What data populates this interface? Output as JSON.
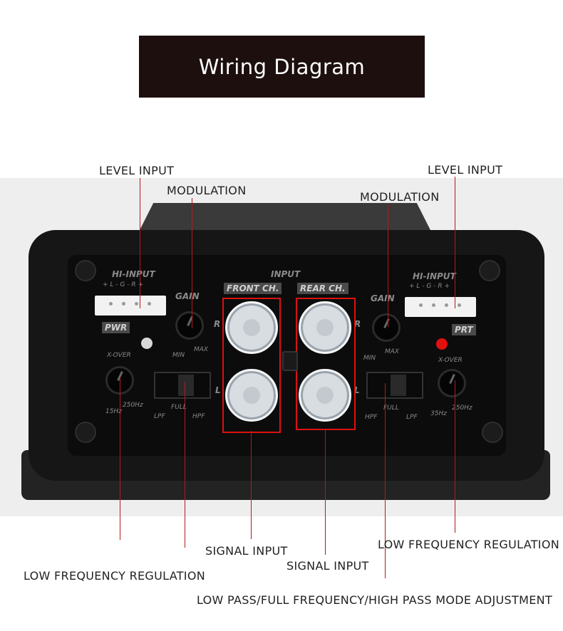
{
  "title": "Wiring Diagram",
  "labels": {
    "level_input_left": "LEVEL INPUT",
    "level_input_right": "LEVEL INPUT",
    "modulation_left": "MODULATION",
    "modulation_right": "MODULATION",
    "signal_input_left": "SIGNAL INPUT",
    "signal_input_right": "SIGNAL INPUT",
    "low_freq_left": "LOW FREQUENCY REGULATION",
    "low_freq_right": "LOW FREQUENCY REGULATION",
    "mode_adjustment": "LOW PASS/FULL FREQUENCY/HIGH PASS MODE ADJUSTMENT"
  },
  "panel": {
    "input": "INPUT",
    "front_ch": "FRONT CH.",
    "rear_ch": "REAR CH.",
    "hi_input_left": "HI-INPUT",
    "hi_input_right": "HI-INPUT",
    "lgr_left": "+ L - G - R +",
    "lgr_right": "+ L - G - R +",
    "pwr": "PWR",
    "prt": "PRT",
    "gain_left": "GAIN",
    "gain_right": "GAIN",
    "min_left": "MIN",
    "max_left": "MAX",
    "min_right": "MIN",
    "max_right": "MAX",
    "xover_left": "X-OVER",
    "xover_right": "X-OVER",
    "hz_low_left": "15Hz",
    "hz_high_left": "250Hz",
    "hz_low_right": "35Hz",
    "hz_high_right": "250Hz",
    "lpf_left": "LPF",
    "full_left": "FULL",
    "hpf_left": "HPF",
    "hpf_right": "HPF",
    "full_right": "FULL",
    "lpf_right": "LPF",
    "r_left": "R",
    "l_left": "L",
    "r_right": "R",
    "l_right": "L"
  },
  "colors": {
    "title_bg": "#1e0f0f",
    "leader_line": "#b31a1a",
    "highlight_box": "#dd1111",
    "prt_led": "#e01010"
  }
}
